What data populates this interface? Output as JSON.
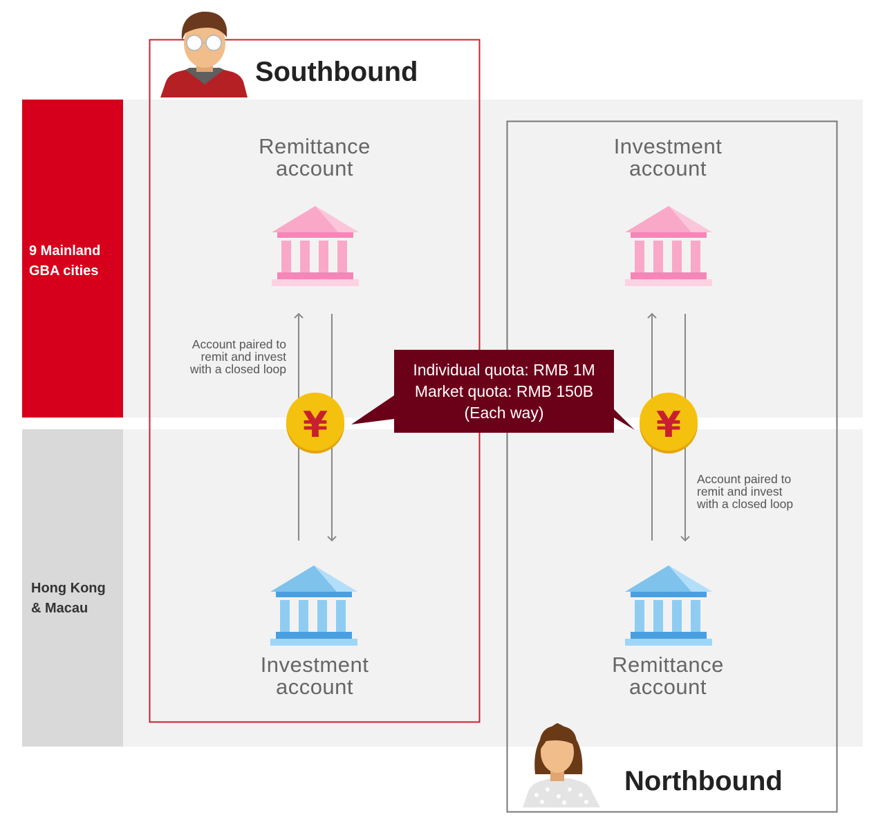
{
  "regions": {
    "mainland": "9 Mainland\nGBA cities",
    "hk_macau": "Hong Kong\n& Macau"
  },
  "southbound": {
    "heading": "Southbound",
    "top_account": "Remittance\naccount",
    "bottom_account": "Investment\naccount",
    "note": "Account paired to\nremit and invest\nwith a closed loop"
  },
  "northbound": {
    "heading": "Northbound",
    "top_account": "Investment\naccount",
    "bottom_account": "Remittance\naccount",
    "note": "Account paired to\nremit and invest\nwith a closed loop"
  },
  "quota": {
    "line1": "Individual quota: RMB 1M",
    "line2": "Market quota: RMB 150B",
    "line3": "(Each way)"
  },
  "coin_symbol": "¥",
  "colors": {
    "accent_red": "#d6001c",
    "quota_bg": "#6b0019",
    "bank_pink": "#f9a9c7",
    "bank_blue": "#8ecdf1",
    "coin_gold": "#f5c10f"
  }
}
